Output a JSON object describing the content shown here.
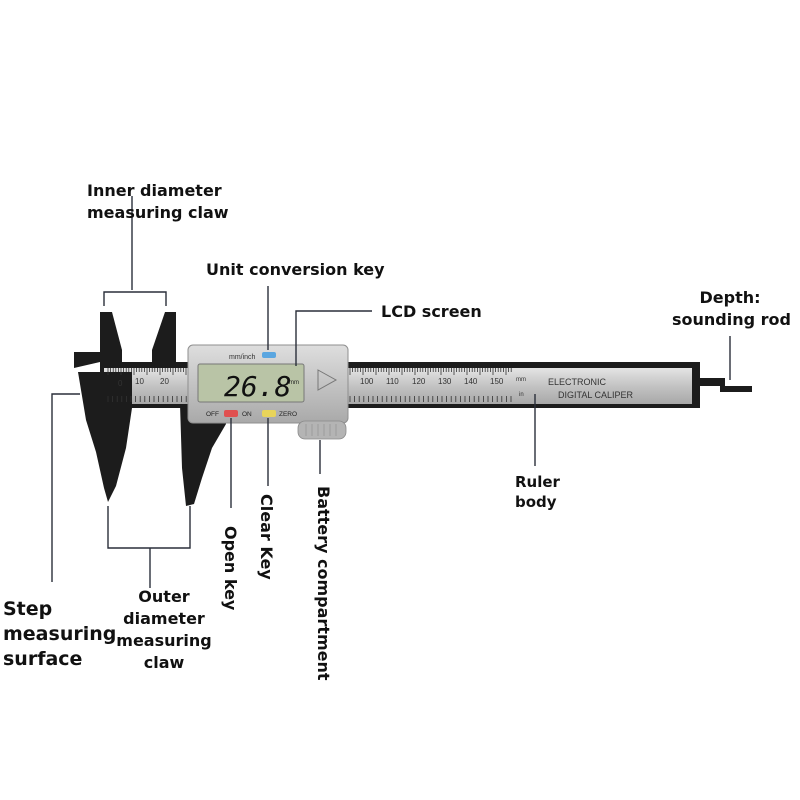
{
  "labels": {
    "inner_claw": [
      "Inner diameter",
      "measuring claw"
    ],
    "unit_key": "Unit conversion key",
    "lcd_screen": "LCD screen",
    "depth_rod": [
      "Depth:",
      "sounding rod"
    ],
    "ruler_body": [
      "Ruler",
      "body"
    ],
    "open_key": "Open key",
    "clear_key": "Clear Key",
    "battery": "Battery compartment",
    "outer_claw": [
      "Outer",
      "diameter",
      "measuring",
      "claw"
    ],
    "step_surface": [
      "Step",
      "measuring",
      "surface"
    ]
  },
  "device": {
    "brand_line1": "ELECTRONIC",
    "brand_line2": "DIGITAL CALIPER",
    "lcd_reading": "26.8",
    "lcd_unit": "mm",
    "unit_button_label": "mm/inch",
    "off_label": "OFF",
    "on_label": "ON",
    "zero_label": "ZERO",
    "scale_mm_label": "mm",
    "scale_in_label": "in",
    "scale_numbers_left": [
      "0",
      "10",
      "20"
    ],
    "scale_numbers_right": [
      "100",
      "110",
      "120",
      "130",
      "140",
      "150"
    ]
  },
  "colors": {
    "body_black": "#1c1c1c",
    "ruler_silver": "#c9c9c9",
    "lcd_green": "#b9c4a6",
    "leader_line": "#2a2f3a",
    "on_button_red": "#e05050",
    "zero_button_yellow": "#e8d45a",
    "unit_button_blue": "#5aa6e0"
  }
}
